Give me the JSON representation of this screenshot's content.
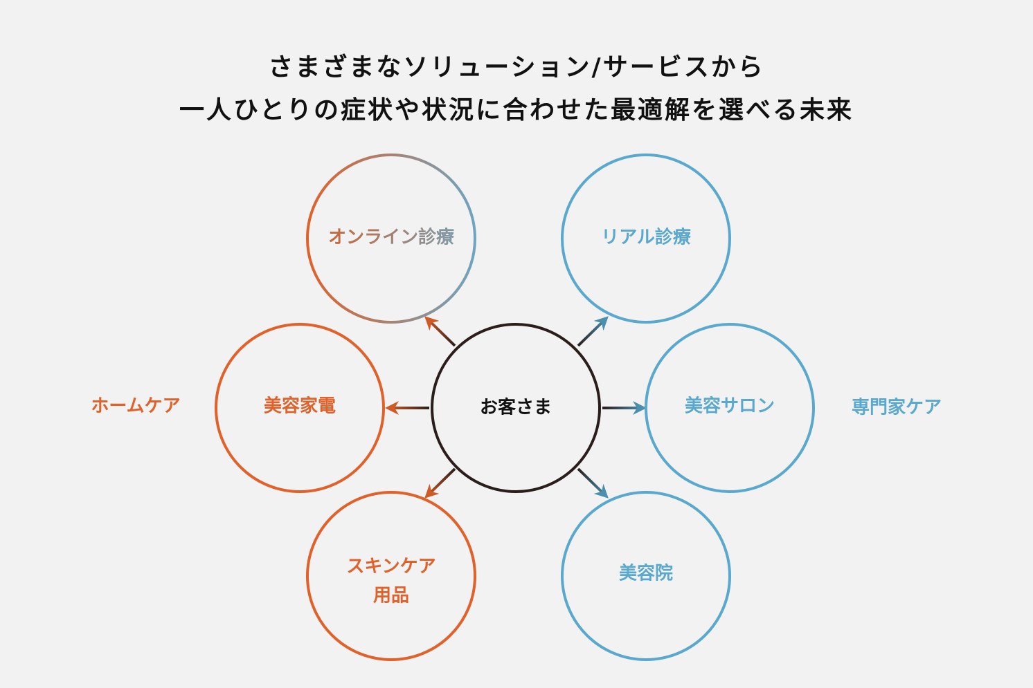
{
  "title": {
    "line1": "さまざまなソリューション/サービスから",
    "line2": "一人ひとりの症状や状況に合わせた最適解を選べる未来"
  },
  "center": {
    "label": "お客さま"
  },
  "nodes": {
    "online": {
      "label": "オンライン診療"
    },
    "real": {
      "label": "リアル診療"
    },
    "appliance": {
      "label": "美容家電"
    },
    "salon": {
      "label": "美容サロン"
    },
    "skincare_line1": "スキンケア",
    "skincare_line2": "用品",
    "clinic": {
      "label": "美容院"
    }
  },
  "groups": {
    "home": "ホームケア",
    "expert": "専門家ケア"
  },
  "colors": {
    "orange": "#e0612a",
    "blue": "#5aa8cc",
    "dark": "#2a1e1c",
    "bg": "#f2f2f2"
  }
}
